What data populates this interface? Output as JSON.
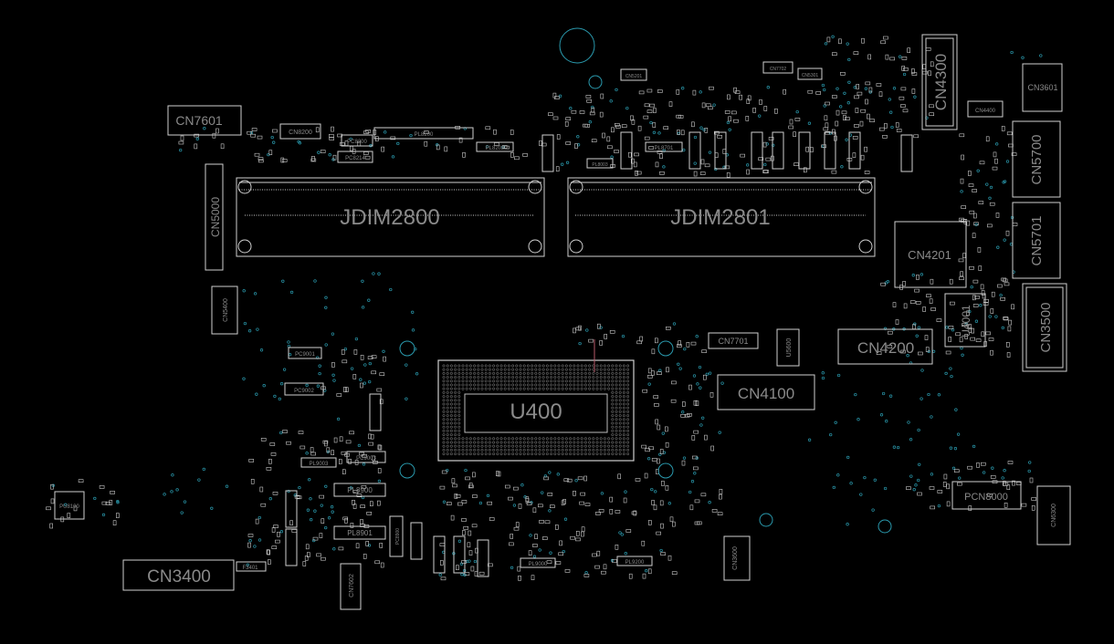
{
  "colors": {
    "background": "#000000",
    "outline": "#cfcfcf",
    "label": "#8a8a8a",
    "via": "#2a9aae",
    "accent_pin": "#b85a6a"
  },
  "large_components": [
    {
      "id": "JDIM2800",
      "label": "JDIM2800"
    },
    {
      "id": "JDIM2801",
      "label": "JDIM2801"
    },
    {
      "id": "U400",
      "label": "U400"
    },
    {
      "id": "CN4300",
      "label": "CN4300"
    },
    {
      "id": "CN5700",
      "label": "CN5700"
    },
    {
      "id": "CN5701",
      "label": "CN5701"
    },
    {
      "id": "CN3500",
      "label": "CN3500"
    },
    {
      "id": "CN4201",
      "label": "CN4201"
    },
    {
      "id": "CN4200",
      "label": "CN4200"
    },
    {
      "id": "CN4100",
      "label": "CN4100"
    },
    {
      "id": "CN3400",
      "label": "CN3400"
    },
    {
      "id": "CN7601",
      "label": "CN7601"
    },
    {
      "id": "CN5000",
      "label": "CN5000"
    },
    {
      "id": "U4001",
      "label": "U4001"
    },
    {
      "id": "CN3601",
      "label": "CN3601"
    },
    {
      "id": "PCN8000",
      "label": "PCN8000"
    }
  ],
  "small_labels": [
    "CN4400",
    "CN8200",
    "CN5400",
    "CN7701",
    "U5600",
    "CN3600",
    "CN7602",
    "CN6300",
    "PU8100",
    "F3401",
    "PL8202",
    "PL8701",
    "PL9200",
    "PL9000",
    "PL8900",
    "PL8901",
    "PL9003",
    "PC9001",
    "PC9002",
    "PC9003",
    "PC8200",
    "PC8214",
    "PL8200",
    "CN7702",
    "CN5201",
    "CN5301",
    "PC8900",
    "PL8003"
  ]
}
